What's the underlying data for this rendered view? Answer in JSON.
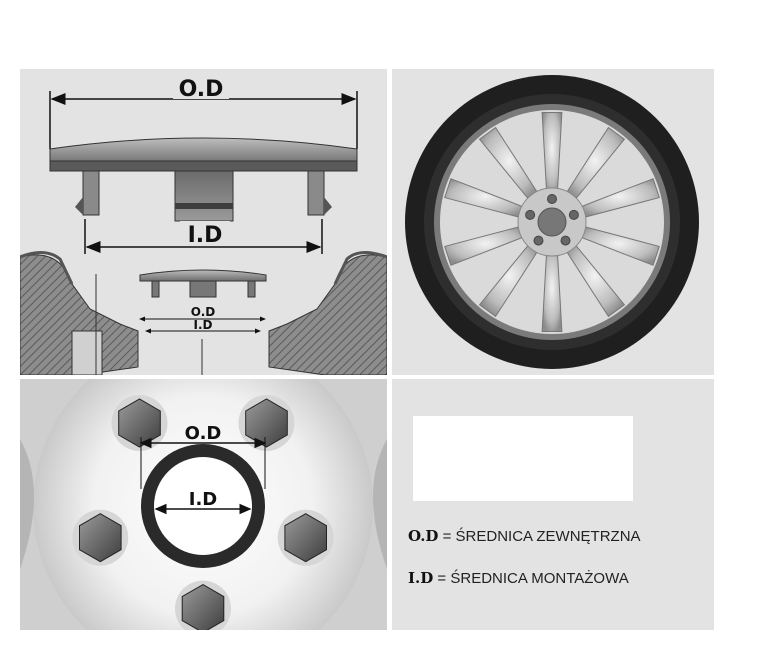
{
  "diagram": {
    "side_view": {
      "od_label": "O.D",
      "id_label": "I.D",
      "small_od_label": "O.D",
      "small_id_label": "I.D"
    },
    "hub_view": {
      "od_label": "O.D",
      "id_label": "I.D"
    },
    "legend": [
      {
        "abbr": "O.D",
        "sep": "=",
        "text": "ŚREDNICA ZEWNĘTRZNA"
      },
      {
        "abbr": "I.D",
        "sep": "=",
        "text": "ŚREDNICA MONTAŻOWA"
      }
    ]
  }
}
